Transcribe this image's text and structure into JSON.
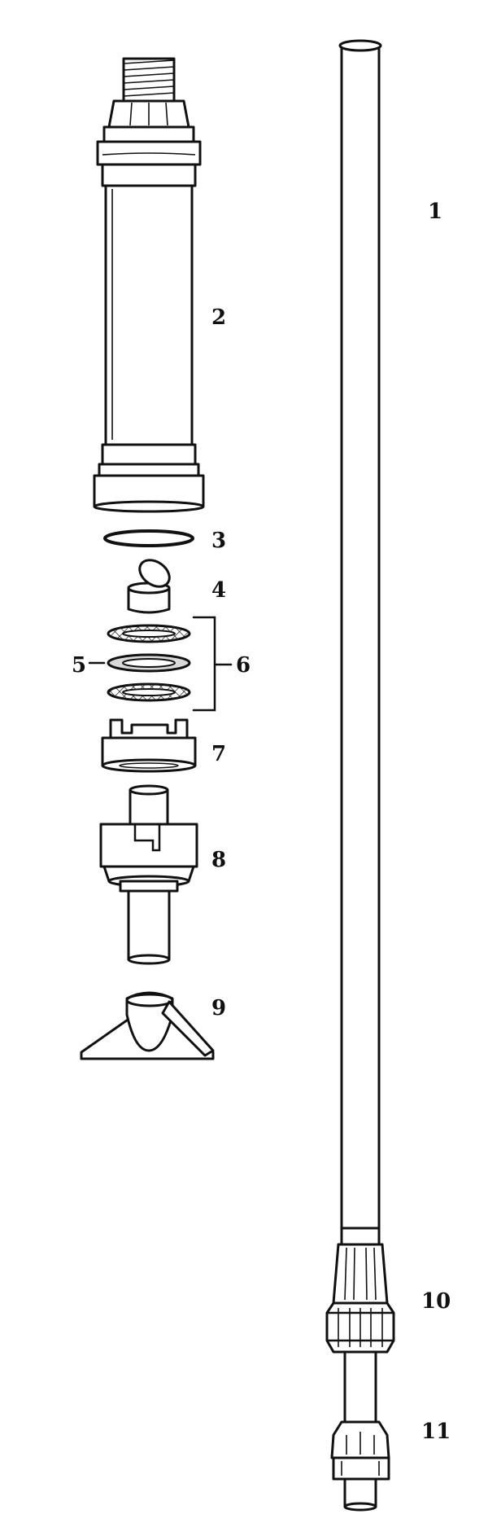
{
  "labels": {
    "part_1": "1",
    "part_2": "2",
    "part_3": "3",
    "part_4": "4",
    "part_5": "5",
    "part_6": "6",
    "part_7": "7",
    "part_8": "8",
    "part_9": "9",
    "part_10": "10",
    "part_11": "11"
  },
  "colors": {
    "line": "#111111",
    "background": "#ffffff",
    "washer_fill": "#d9d9d9"
  }
}
